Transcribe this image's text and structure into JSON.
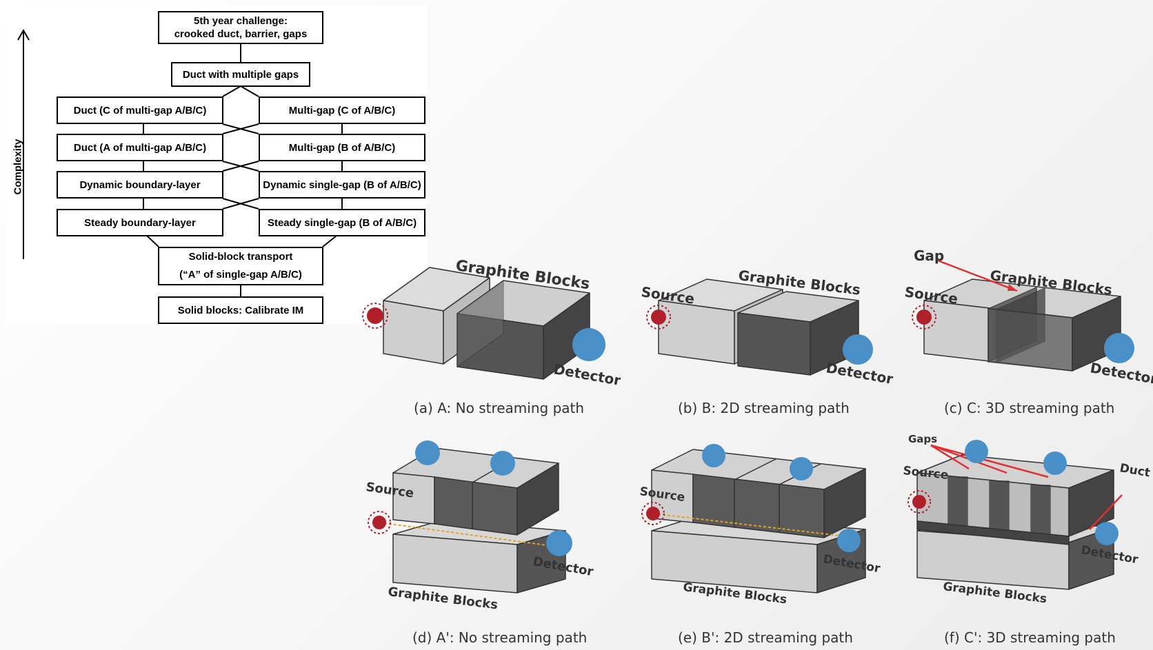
{
  "flowchart": {
    "axis_label": "Complexity",
    "top": [
      "5th year challenge:",
      "crooked duct, barrier, gaps"
    ],
    "multi_gaps": "Duct with multiple gaps",
    "left": [
      "Duct (C of multi-gap A/B/C)",
      "Duct (A of multi-gap A/B/C)",
      "Dynamic boundary-layer",
      "Steady boundary-layer"
    ],
    "right": [
      "Multi-gap (C of A/B/C)",
      "Multi-gap (B of A/B/C)",
      "Dynamic single-gap (B of A/B/C)",
      "Steady single-gap (B of A/B/C)"
    ],
    "solid_transport": [
      "Solid-block transport",
      "(“A” of single-gap A/B/C)"
    ],
    "solid_blocks": "Solid blocks:  Calibrate IM"
  },
  "panels": [
    {
      "caption": "(a)  A: No streaming path",
      "labels": {
        "blocks": "Graphite Blocks",
        "detector": "Detector"
      }
    },
    {
      "caption": "(b)  B: 2D streaming path",
      "labels": {
        "blocks": "Graphite Blocks",
        "source": "Source",
        "detector": "Detector"
      }
    },
    {
      "caption": "(c)  C: 3D streaming path",
      "labels": {
        "gap": "Gap",
        "blocks": "Graphite Blocks",
        "source": "Source",
        "detector": "Detector"
      }
    },
    {
      "caption": "(d)  A': No streaming path",
      "labels": {
        "source": "Source",
        "detector": "Detector",
        "blocks": "Graphite Blocks"
      }
    },
    {
      "caption": "(e)  B': 2D streaming path",
      "labels": {
        "source": "Source",
        "detector": "Detector",
        "blocks": "Graphite Blocks"
      }
    },
    {
      "caption": "(f)  C': 3D streaming path",
      "labels": {
        "gaps": "Gaps",
        "source": "Source",
        "duct": "Duct",
        "detector": "Detector",
        "blocks": "Graphite Blocks"
      }
    }
  ],
  "colors": {
    "detector": "#4a90c8",
    "source": "#b0202a",
    "arrow": "#e03030",
    "path": "#e8a020"
  }
}
